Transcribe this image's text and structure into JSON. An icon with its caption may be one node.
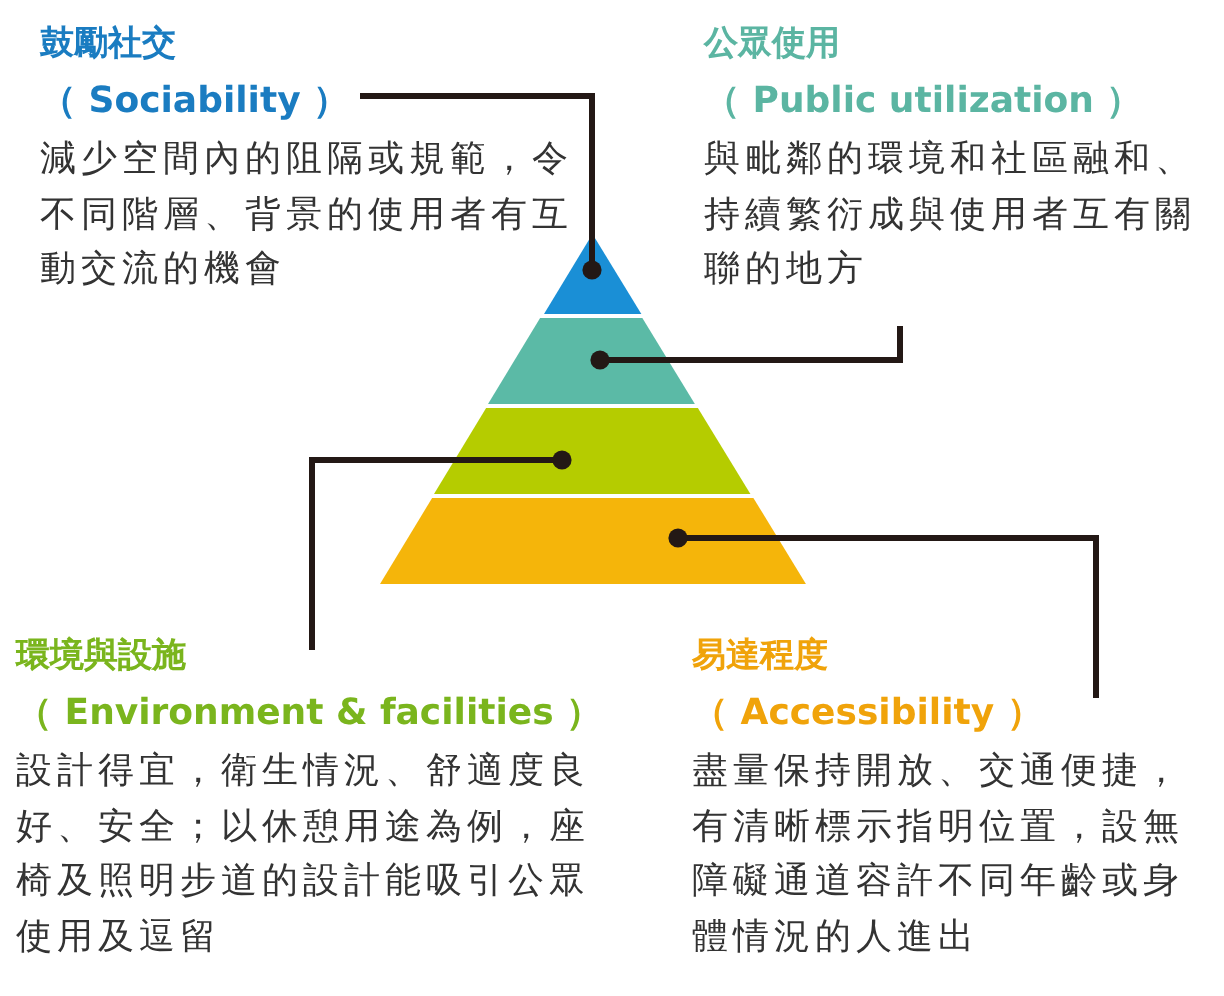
{
  "diagram": {
    "nodes": [
      {
        "text": [
          "鼓勵社交",
          "（ Sociability ）",
          "減少空間內的阻隔或規範，令不同階層、背景的使用者有互動交流的機會"
        ]
      },
      {
        "text": [
          "公眾使用",
          "（ Public utilization ）",
          "與毗鄰的環境和社區融和、持續繁衍成與使用者互有關聯的地方"
        ]
      },
      {
        "text": [
          "環境與設施",
          "（ Environment & facilities ）",
          "設計得宜，衛生情況、舒適度良好、安全；以休憩用途為例，座椅及照明步道的設計能吸引公眾使用及逗留"
        ]
      },
      {
        "text": [
          "易達程度",
          "（ Accessibility ）",
          "盡量保持開放、交通便捷，有清晰標示指明位置，設無障礙通道容許不同年齡或身體情況的人進出"
        ]
      },
      {
        "text": [],
        "shape": "triangle"
      },
      {
        "text": [],
        "shape": "trapezoid"
      },
      {
        "text": [],
        "shape": "trapezoid"
      },
      {
        "text": [],
        "shape": "trapezoid"
      }
    ],
    "edges": [
      {
        "from": 0,
        "to": 4,
        "arrow": "other"
      },
      {
        "from": 1,
        "to": 5,
        "arrow": "other"
      },
      {
        "from": 2,
        "to": 6,
        "arrow": "other"
      },
      {
        "from": 3,
        "to": 7,
        "arrow": "other"
      }
    ]
  }
}
